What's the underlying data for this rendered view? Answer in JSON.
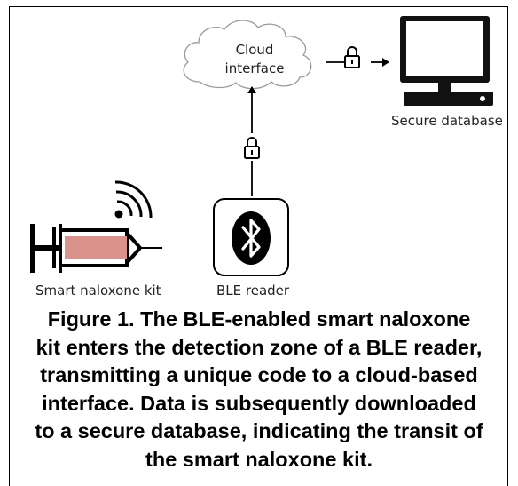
{
  "diagram": {
    "cloud_label": [
      "Cloud",
      "interface"
    ],
    "database_label": "Secure database",
    "kit_label": "Smart naloxone kit",
    "reader_label": "BLE reader",
    "icons": [
      "cloud-icon",
      "lock-icon",
      "monitor-icon",
      "bluetooth-icon",
      "syringe-icon",
      "wireless-signal-icon",
      "arrow-icon"
    ],
    "colors": {
      "syringe_fill": "#d9928c",
      "outline": "#000000"
    }
  },
  "caption": {
    "lines": [
      "Figure 1. The BLE-enabled smart naloxone",
      "kit enters the detection zone of a BLE reader,",
      "transmitting a unique code to a cloud-based",
      "interface. Data is subsequently downloaded",
      "to a secure database, indicating the transit of",
      "the smart naloxone kit."
    ]
  }
}
